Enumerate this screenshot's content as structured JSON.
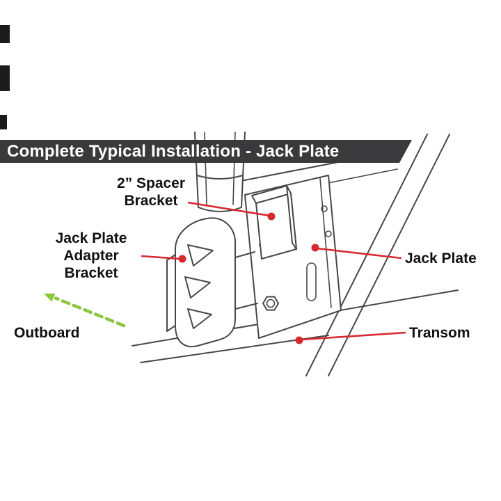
{
  "banner": {
    "title": "Complete Typical Installation - Jack Plate"
  },
  "callouts": {
    "spacer": {
      "label": "2” Spacer Bracket"
    },
    "adapter": {
      "label": "Jack Plate Adapter Bracket"
    },
    "jack_plate": {
      "label": "Jack Plate"
    },
    "transom": {
      "label": "Transom"
    },
    "outboard": {
      "label": "Outboard"
    }
  },
  "icons": {
    "outboard_arrow": "dashed-arrow-up-left"
  },
  "colors": {
    "banner_bg": "#3a3a3c",
    "banner_text": "#ffffff",
    "callout_red": "#d7282f",
    "outboard_green": "#8dc63f",
    "line_art": "#474747"
  }
}
